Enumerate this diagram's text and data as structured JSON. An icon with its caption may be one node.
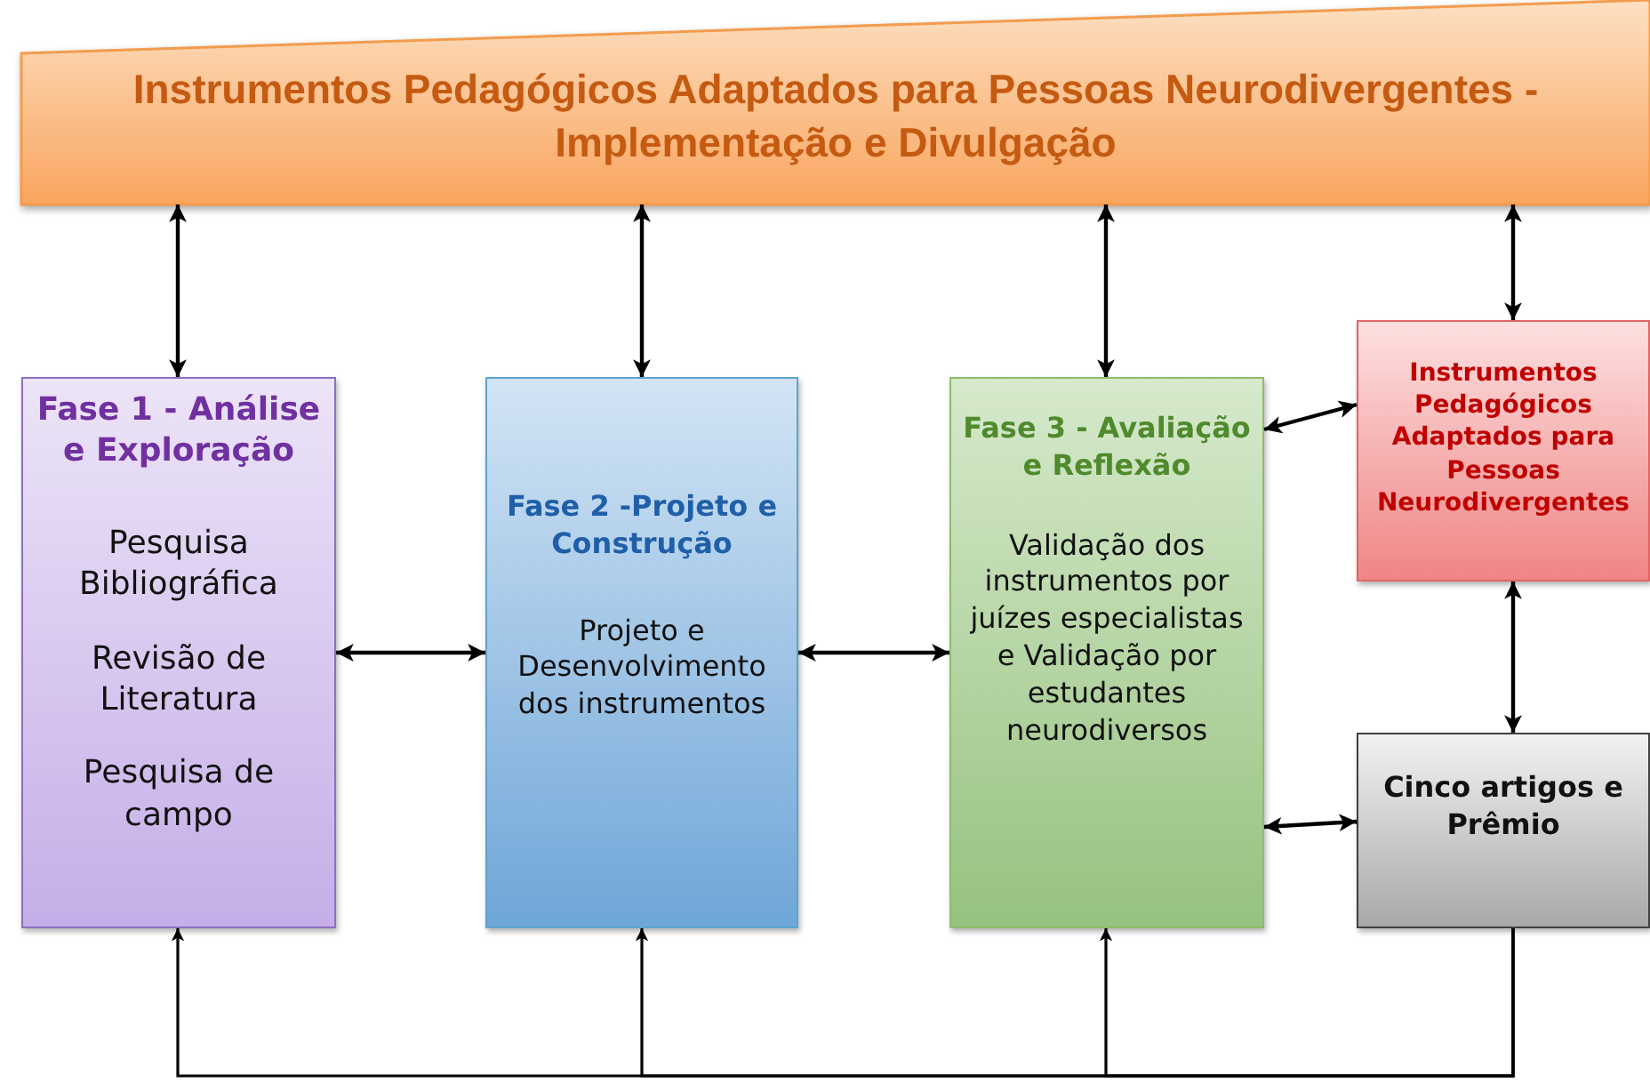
{
  "diagram": {
    "nodes": [
      {
        "text": [
          "Instrumentos Pedagógicos Adaptados para Pessoas Neurodivergentes - Implementação e Divulgação"
        ]
      },
      {
        "text": [
          "Fase 1 - Análise e Exploração",
          "Pesquisa Bibliográfica",
          "Revisão de Literatura",
          "Pesquisa de campo"
        ]
      },
      {
        "text": [
          "Fase 2 -Projeto e Construção",
          "Projeto e Desenvolvimento dos instrumentos"
        ]
      },
      {
        "text": [
          "Fase 3 - Avaliação e Reflexão",
          "Validação dos instrumentos por juízes especialistas e Validação por estudantes neurodiversos"
        ]
      },
      {
        "text": [
          "Instrumentos Pedagógicos Adaptados para Pessoas Neurodivergentes"
        ]
      },
      {
        "text": [
          "Cinco artigos e Prêmio"
        ]
      }
    ],
    "edges": [
      {
        "from": 0,
        "to": 1,
        "arrow": "both"
      },
      {
        "from": 0,
        "to": 2,
        "arrow": "both"
      },
      {
        "from": 0,
        "to": 3,
        "arrow": "both"
      },
      {
        "from": 0,
        "to": 4,
        "arrow": "both"
      },
      {
        "from": 1,
        "to": 2,
        "arrow": "both"
      },
      {
        "from": 2,
        "to": 3,
        "arrow": "both"
      },
      {
        "from": 3,
        "to": 4,
        "arrow": "both"
      },
      {
        "from": 3,
        "to": 5,
        "arrow": "both"
      },
      {
        "from": 4,
        "to": 5,
        "arrow": "both"
      },
      {
        "from": 5,
        "to": 1,
        "arrow": "to"
      },
      {
        "from": 5,
        "to": 2,
        "arrow": "to"
      },
      {
        "from": 5,
        "to": 3,
        "arrow": "to"
      }
    ]
  }
}
